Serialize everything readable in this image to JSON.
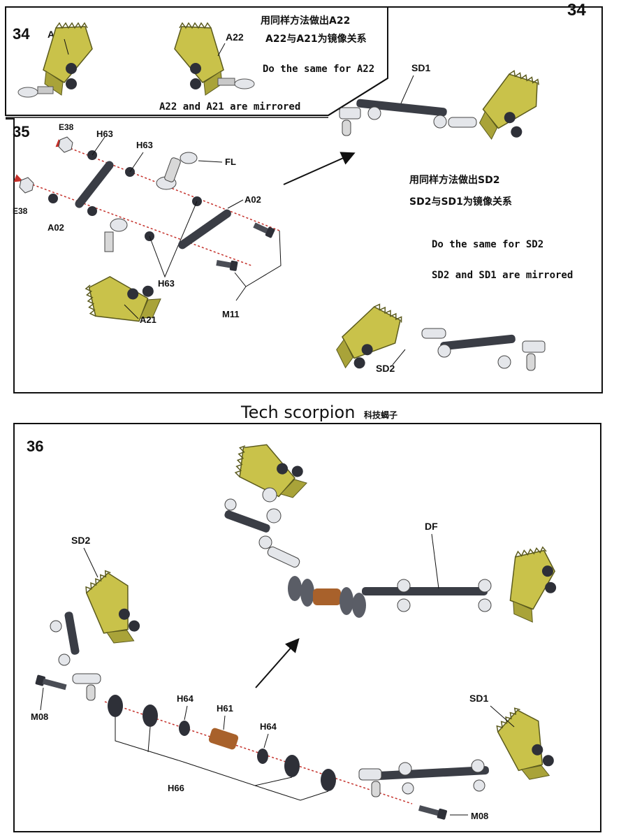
{
  "page_number": "34",
  "steps": {
    "s34": {
      "number": "34",
      "labels": {
        "a21": "A21",
        "a22": "A22"
      },
      "note_cn_1": "用同样方法做出A22",
      "note_cn_2": "A22与A21为镜像关系",
      "note_en_1": "Do the same for A22",
      "note_en_2": "A22 and A21 are mirrored"
    },
    "s35": {
      "number": "35",
      "labels": {
        "e38_top": "E38",
        "e38_left": "E38",
        "h63_1": "H63",
        "h63_2": "H63",
        "h63_3": "H63",
        "fl": "FL",
        "a02_left": "A02",
        "a02_right": "A02",
        "a21": "A21",
        "m11": "M11",
        "sd1": "SD1",
        "sd2": "SD2"
      },
      "note_cn_1": "用同样方法做出SD2",
      "note_cn_2": "SD2与SD1为镜像关系",
      "note_en_1": "Do the same for SD2",
      "note_en_2": "SD2 and SD1 are mirrored"
    },
    "s36": {
      "number": "36",
      "labels": {
        "sd2": "SD2",
        "sd1": "SD1",
        "df": "DF",
        "m08_left": "M08",
        "m08_right": "M08",
        "h64_left": "H64",
        "h64_right": "H64",
        "h61": "H61",
        "h66": "H66"
      }
    }
  },
  "watermark": {
    "en": "Tech scorpion",
    "cn": "科技蝎子"
  },
  "colors": {
    "part_yellow": "#c9c24a",
    "part_yellow_dark": "#8d8a2a",
    "metal_dark": "#3a3d45",
    "metal_light": "#e4e6ea",
    "copper": "#a8612b",
    "explode_line": "#c4302a"
  }
}
